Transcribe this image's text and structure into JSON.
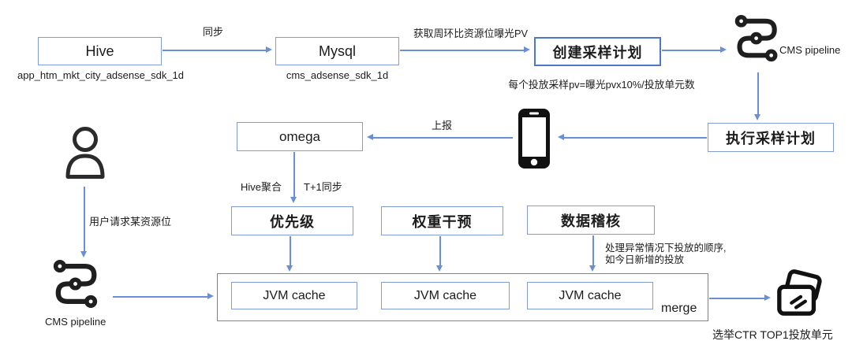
{
  "boxes": {
    "hive": "Hive",
    "mysql": "Mysql",
    "create_plan": "创建采样计划",
    "exec_plan": "执行采样计划",
    "omega": "omega",
    "priority": "优先级",
    "weight_intervention": "权重干预",
    "data_audit": "数据稽核",
    "jvm_cache_1": "JVM cache",
    "jvm_cache_2": "JVM cache",
    "jvm_cache_3": "JVM cache"
  },
  "sublabels": {
    "hive_table": "app_htm_mkt_city_adsense_sdk_1d",
    "mysql_table": "cms_adsense_sdk_1d",
    "sampling_formula": "每个投放采样pv=曝光pvx10%/投放单元数"
  },
  "edge_labels": {
    "sync": "同步",
    "fetch_exposure_pv": "获取周环比资源位曝光PV",
    "report": "上报",
    "hive_aggregate": "Hive聚合",
    "t_plus_1_sync": "T+1同步",
    "user_request": "用户请求某资源位",
    "merge": "merge"
  },
  "icon_labels": {
    "cms_pipeline_top": "CMS pipeline",
    "cms_pipeline_bottom": "CMS pipeline",
    "elect_result": "选举CTR TOP1投放单元"
  },
  "notes": {
    "audit_line1": "处理异常情况下投放的顺序,",
    "audit_line2": "如今日新增的投放"
  },
  "colors": {
    "arrow": "#6b8ed8",
    "box_border": "#7f9cd6",
    "box_border_dark": "#4f78c4",
    "icon": "#1f1f1f",
    "text": "#1c1c1c"
  }
}
